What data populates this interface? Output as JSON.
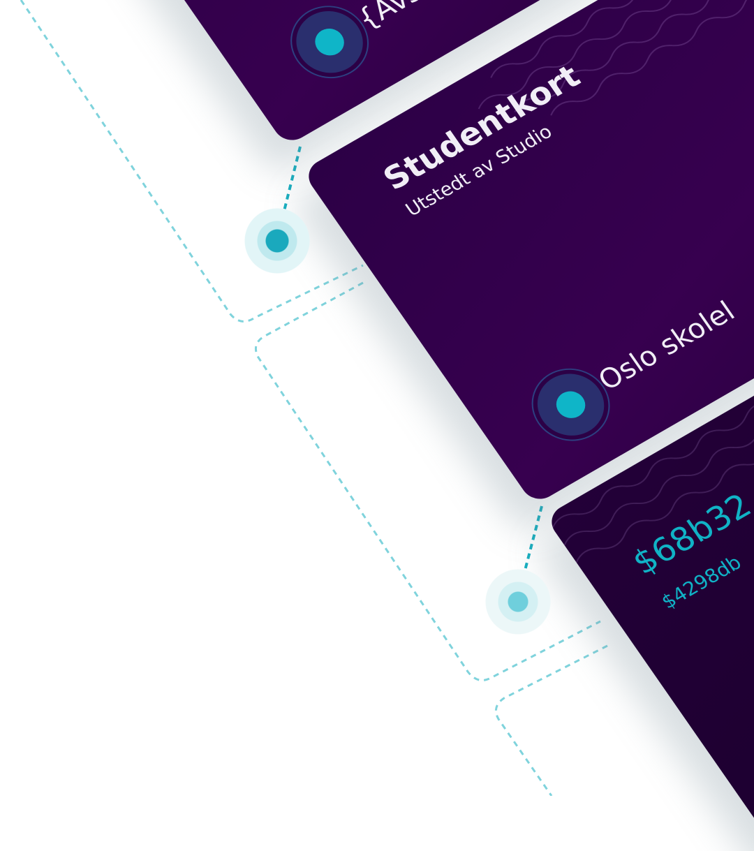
{
  "colors": {
    "card": "#2c0046",
    "accent": "#10b3c6",
    "dash": "#7fd3dc"
  },
  "cards": [
    {
      "text": "{Avse"
    },
    {
      "title": "Studentkort",
      "subtitle": "Utstedt av Studio",
      "footer": "Oslo skolel"
    },
    {
      "primary": "$68b32",
      "secondary": "$4298db"
    }
  ]
}
